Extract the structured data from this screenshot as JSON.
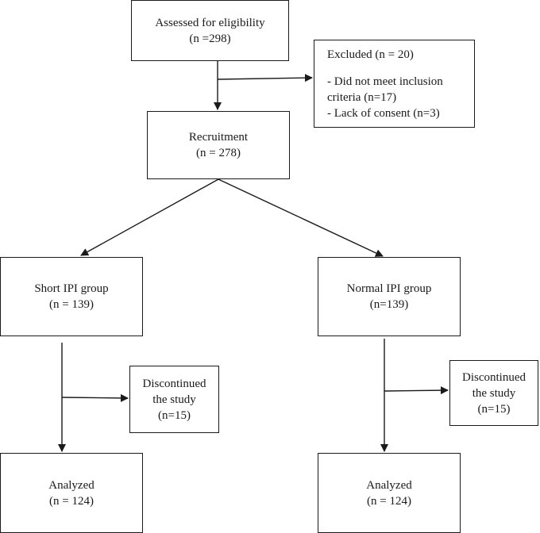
{
  "assessed": {
    "title": "Assessed for eligibility",
    "count": "(n =298)"
  },
  "excluded": {
    "title": "Excluded (n = 20)",
    "reason_1_line_1": "- Did not meet inclusion",
    "reason_1_line_2": "criteria (n=17)",
    "reason_2": "- Lack of consent (n=3)"
  },
  "recruitment": {
    "title": "Recruitment",
    "count": "(n = 278)"
  },
  "short_group": {
    "title": "Short IPI group",
    "count": "(n = 139)"
  },
  "normal_group": {
    "title": "Normal IPI group",
    "count": "(n=139)"
  },
  "short_discontinued": {
    "line_1": "Discontinued",
    "line_2": "the study",
    "count": "(n=15)"
  },
  "normal_discontinued": {
    "line_1": "Discontinued",
    "line_2": "the study",
    "count": "(n=15)"
  },
  "short_analyzed": {
    "title": "Analyzed",
    "count": "(n = 124)"
  },
  "normal_analyzed": {
    "title": "Analyzed",
    "count": "(n = 124)"
  }
}
